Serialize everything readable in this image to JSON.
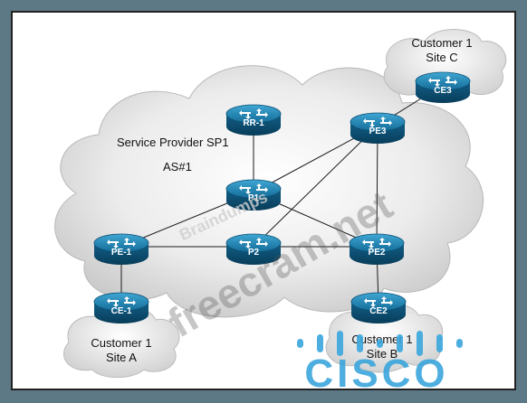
{
  "diagram": {
    "labels": {
      "sp_name": "Service Provider SP1",
      "as_number": "AS#1",
      "site_a_line1": "Customer 1",
      "site_a_line2": "Site A",
      "site_b_line1": "Customer 1",
      "site_b_line2": "Site B",
      "site_c_line1": "Customer 1",
      "site_c_line2": "Site C"
    },
    "routers": {
      "rr1": "RR-1",
      "pe3": "PE3",
      "ce3": "CE3",
      "p1": "P1",
      "p2": "P2",
      "pe1": "PE-1",
      "pe2": "PE2",
      "ce1": "CE-1",
      "ce2": "CE2"
    }
  },
  "watermarks": {
    "diagonal": "freecram.net",
    "faint": "Braindumps",
    "brand": "CISCO"
  },
  "colors": {
    "router_top": "#1d86b3",
    "router_side": "#0b4f73",
    "cloud": "#e8e8e8",
    "watermark_blue": "#3aa6dc",
    "page_background": "#5d7986"
  }
}
